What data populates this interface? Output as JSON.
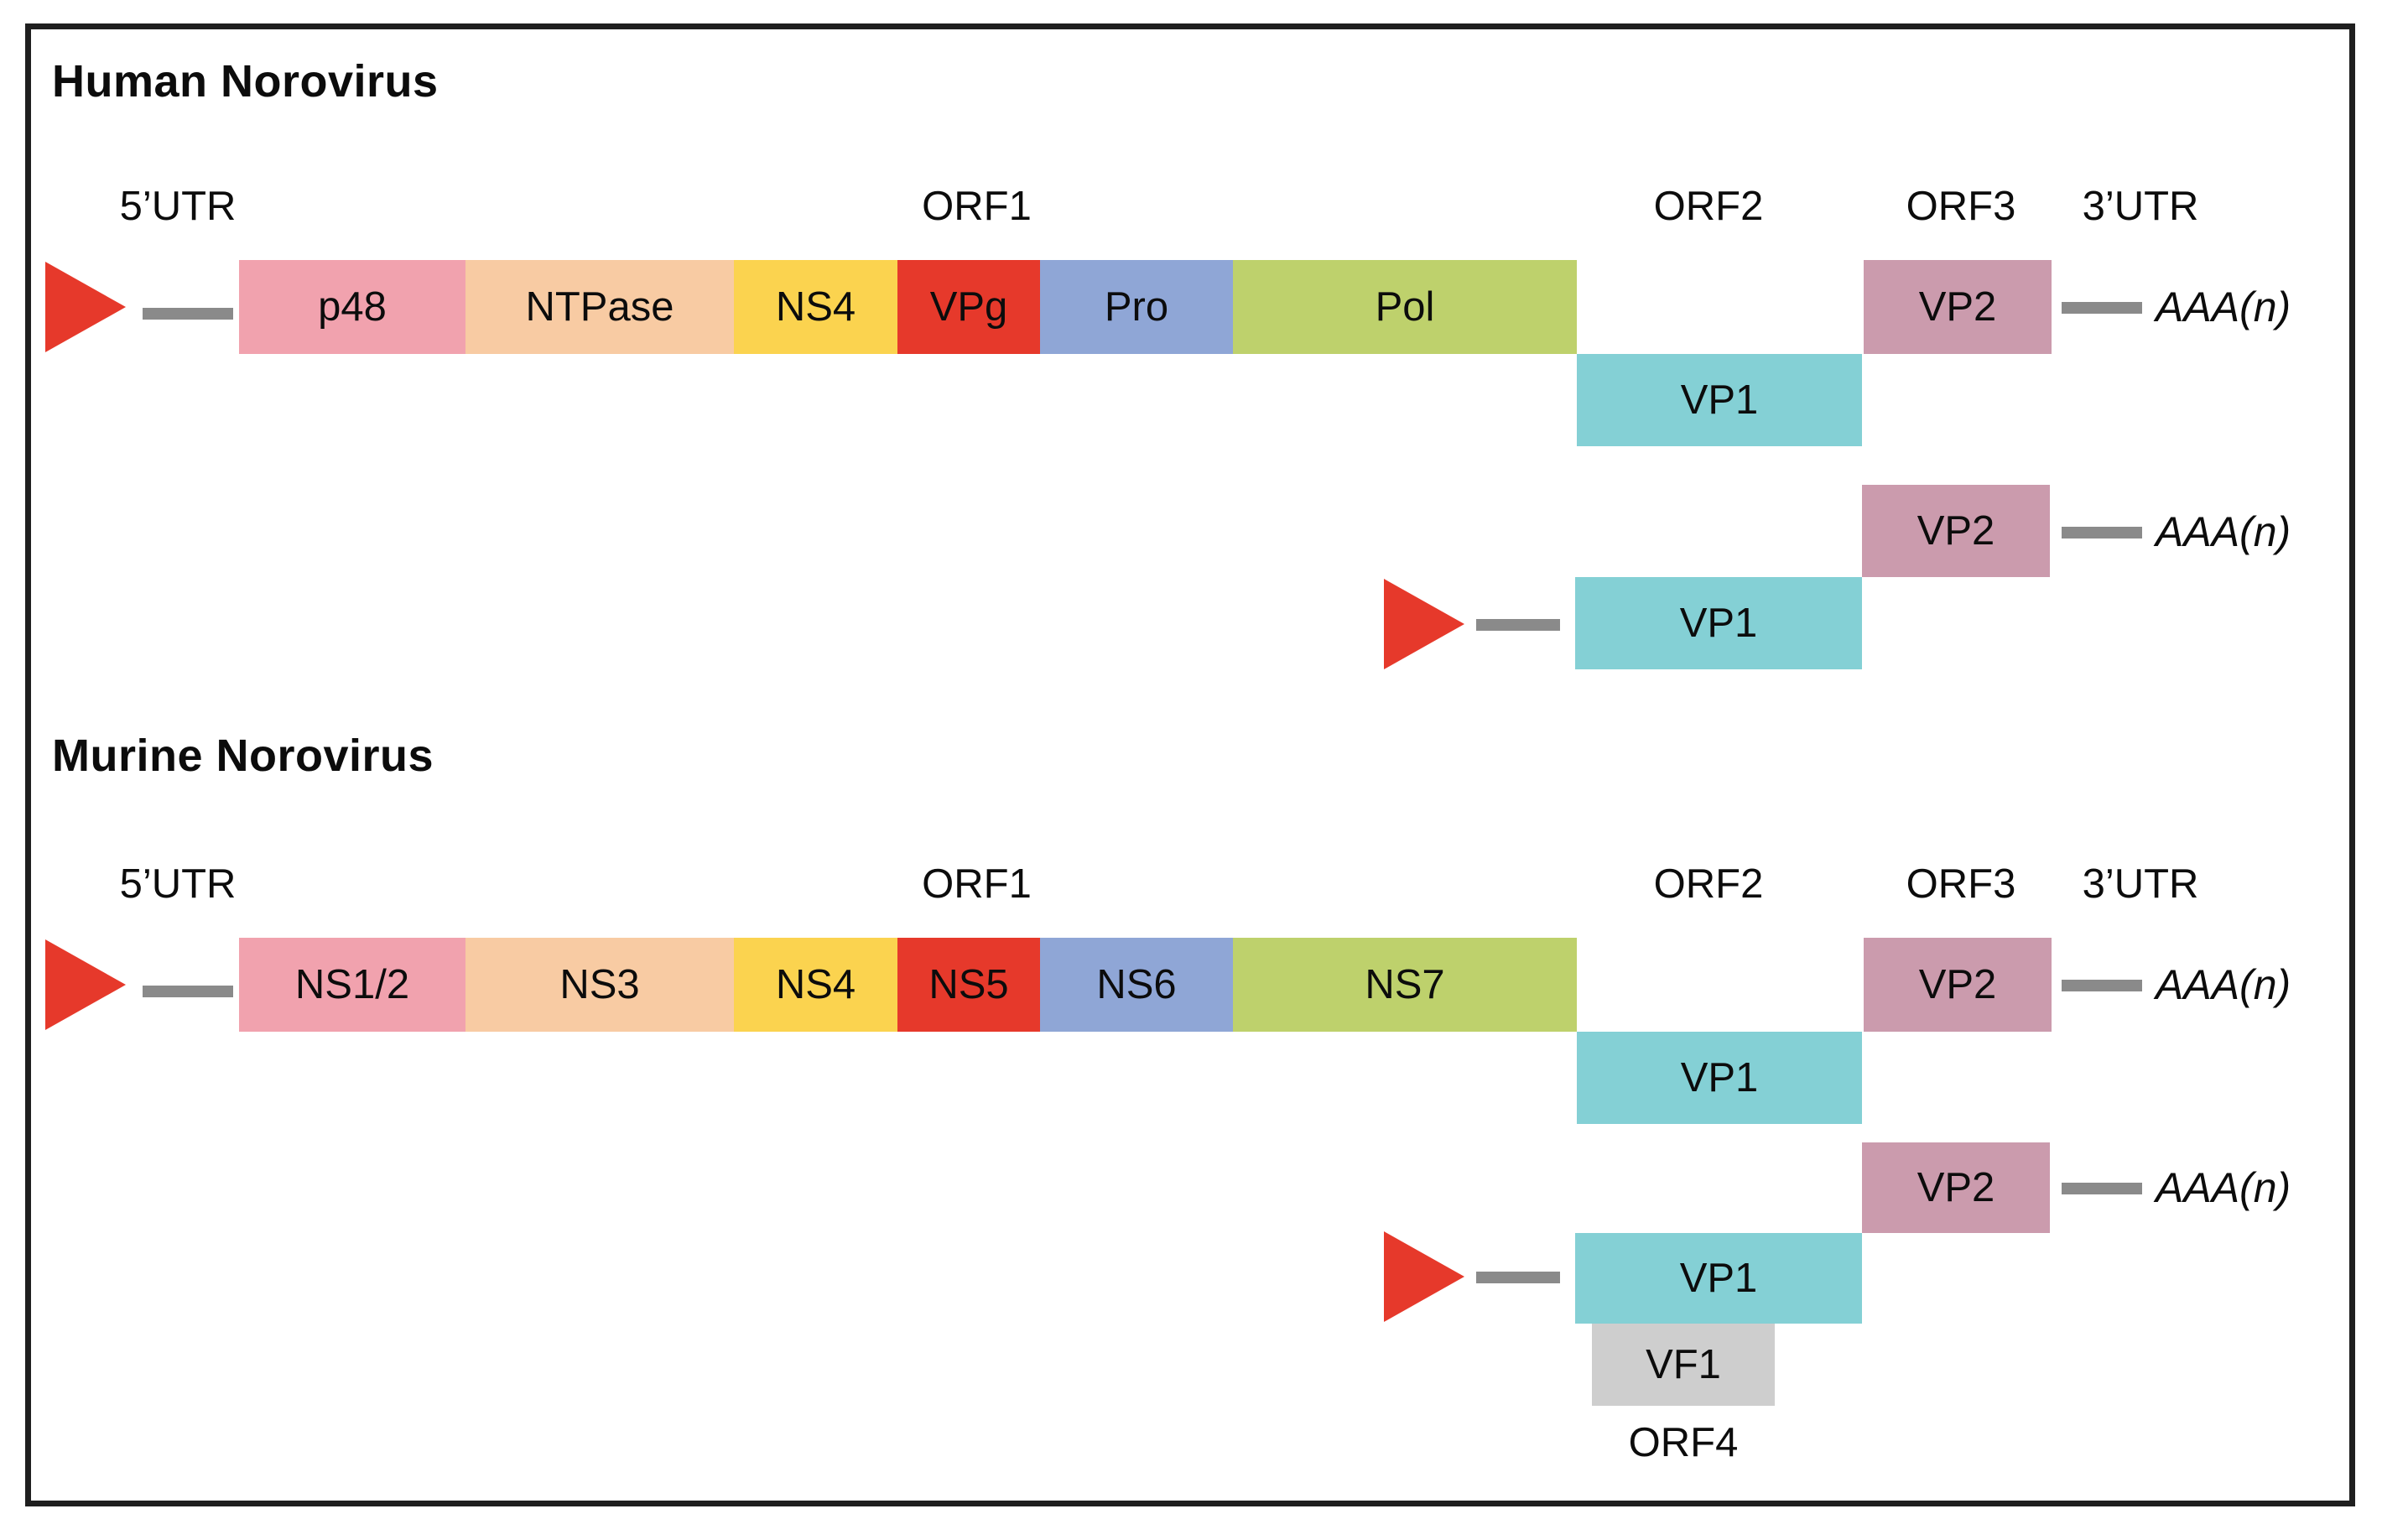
{
  "palette": {
    "p48_pink": "#f1a2ae",
    "ntpase_peach": "#f8cba3",
    "ns4_yellow": "#fbd34f",
    "vpg_red": "#e6392b",
    "pro_blue": "#8fa6d6",
    "pol_green": "#bed16c",
    "vp1_teal": "#84d0d5",
    "vp2_mauve": "#cb9bad",
    "vf1_gray": "#cecece",
    "linker_gray": "#8a8a8a",
    "arrow_red": "#e6392b",
    "frame_black": "#1f1f1f"
  },
  "human": {
    "title": "Human Norovirus",
    "labels": {
      "utr5": "5’UTR",
      "orf1": "ORF1",
      "orf2": "ORF2",
      "orf3": "ORF3",
      "utr3": "3’UTR"
    },
    "genomic": {
      "genes": [
        "p48",
        "NTPase",
        "NS4",
        "VPg",
        "Pro",
        "Pol"
      ],
      "vp1": "VP1",
      "vp2": "VP2",
      "polya": "AAA(n)"
    },
    "subgenomic": {
      "vp1": "VP1",
      "vp2": "VP2",
      "polya": "AAA(n)"
    }
  },
  "murine": {
    "title": "Murine Norovirus",
    "labels": {
      "utr5": "5’UTR",
      "orf1": "ORF1",
      "orf2": "ORF2",
      "orf3": "ORF3",
      "utr3": "3’UTR",
      "orf4": "ORF4"
    },
    "genomic": {
      "genes": [
        "NS1/2",
        "NS3",
        "NS4",
        "NS5",
        "NS6",
        "NS7"
      ],
      "vp1": "VP1",
      "vp2": "VP2",
      "polya": "AAA(n)"
    },
    "subgenomic": {
      "vp1": "VP1",
      "vp2": "VP2",
      "polya": "AAA(n)",
      "vf1": "VF1"
    }
  }
}
